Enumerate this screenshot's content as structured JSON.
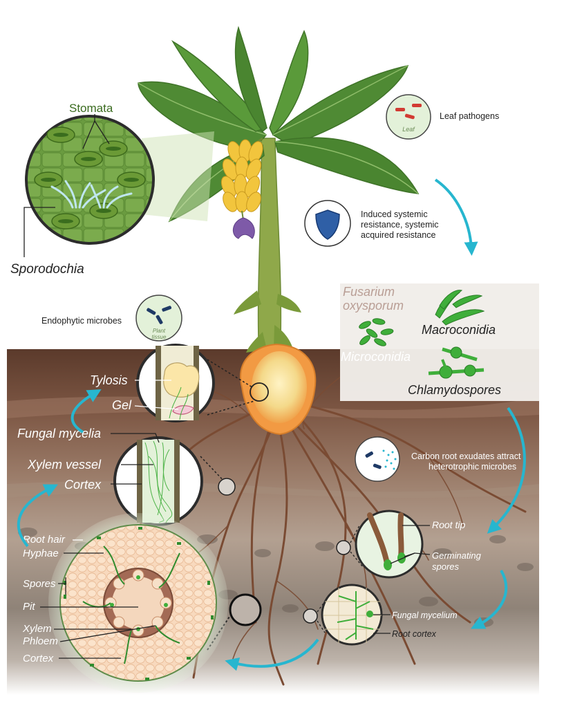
{
  "labels": {
    "stomata": "Stomata",
    "sporodochia": "Sporodochia",
    "leaf_pathogens": "Leaf pathogens",
    "leaf": "Leaf",
    "induced_line1": "Induced systemic",
    "induced_line2": "resistance, systemic",
    "induced_line3": "acquired resistance",
    "fusarium_line1": "Fusarium",
    "fusarium_line2": "oxysporum",
    "macroconidia": "Macroconidia",
    "microconidia": "Microconidia",
    "chlamydospores": "Chlamydospores",
    "endophytic_microbes": "Endophytic microbes",
    "plant_line1": "Plant",
    "plant_line2": "tissue",
    "tylosis": "Tylosis",
    "gel": "Gel",
    "fungal_mycelia": "Fungal mycelia",
    "xylem_vessel": "Xylem vessel",
    "cortex_upper": "Cortex",
    "carbon_line1": "Carbon root exudates attract",
    "carbon_line2": "heterotrophic microbes",
    "root_tip": "Root tip",
    "germinating_line1": "Germinating",
    "germinating_line2": "spores",
    "fungal_mycelium": "Fungal mycelium",
    "root_cortex": "Root cortex",
    "root_hair": "Root hair",
    "hyphae": "Hyphae",
    "spores": "Spores",
    "pit": "Pit",
    "xylem": "Xylem",
    "phloem": "Phloem",
    "cortex_lower": "Cortex"
  },
  "colors": {
    "leaf_green": "#4f8a34",
    "soil_dark": "#5a3a2a",
    "soil_mid": "#8a6450",
    "soil_light": "#b39a84",
    "arrow_cyan": "#27b6cf",
    "fungus_green": "#3fae3a",
    "shield_blue": "#2f5fa6"
  }
}
